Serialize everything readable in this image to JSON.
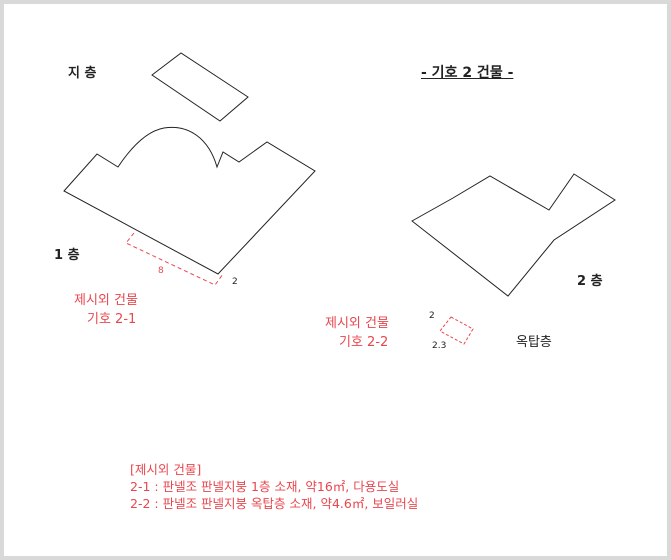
{
  "labels": {
    "basement_floor": "지 층",
    "first_floor": "1 층",
    "second_floor": "2 층",
    "rooftop_floor": "옥탑층",
    "building_title": "- 기호 2 건물 -"
  },
  "annex_a": {
    "line1": "제시외 건물",
    "line2": "기호 2-1",
    "dim_length": "8",
    "dim_width": "2"
  },
  "annex_b": {
    "line1": "제시외 건물",
    "line2": "기호 2-2",
    "dim_width": "2",
    "dim_length": "2.3"
  },
  "notes": {
    "heading": "[제시외 건물]",
    "items": [
      "2-1 : 판넬조 판넬지붕 1층 소재, 약16㎡, 다용도실",
      "2-2 : 판넬조 판넬지붕 옥탑층 소재, 약4.6㎡, 보일러실"
    ]
  },
  "colors": {
    "outline": "#222222",
    "annex": "#e8474e",
    "frame": "#d9d9d9"
  }
}
